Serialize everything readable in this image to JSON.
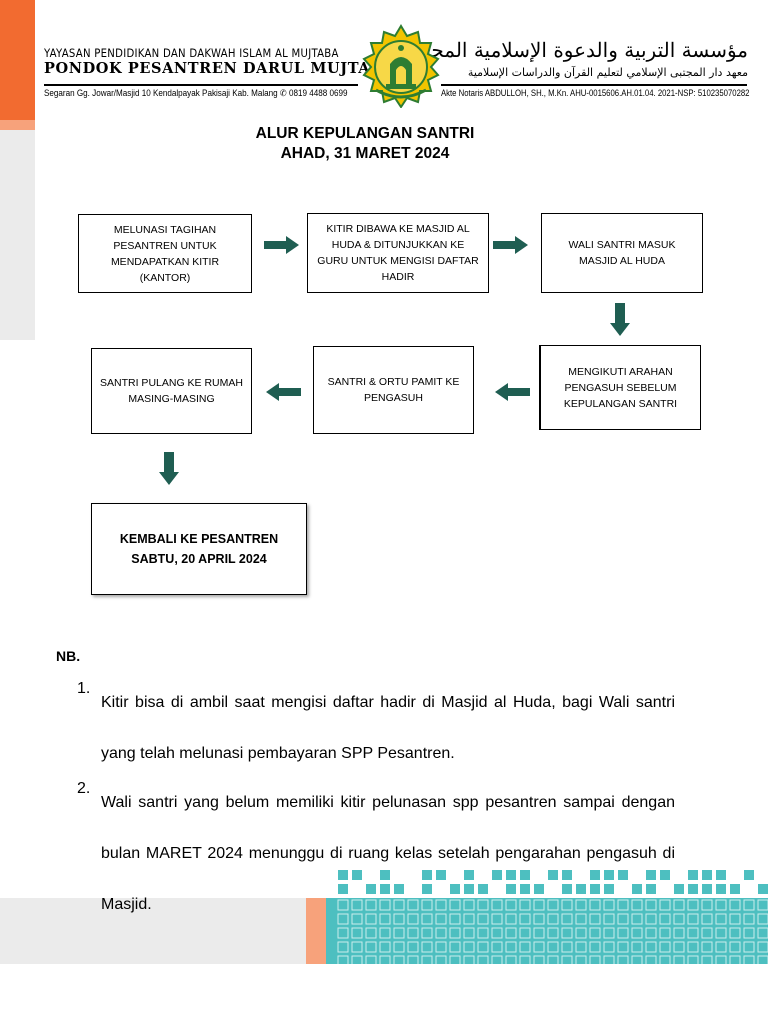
{
  "letterhead": {
    "org_line": "YAYASAN PENDIDIKAN DAN DAKWAH ISLAM AL MUJTABA",
    "name": "PONDOK PESANTREN DARUL MUJTABA",
    "address": "Segaran Gg. Jowar/Masjid 10 Kendalpayak Pakisaji Kab. Malang  ✆ 0819 4488 0699",
    "arabic_org": "مؤسسة التربية والدعوة الإسلامية المجتبى",
    "arabic_institute": "معهد دار المجتبى الإسلامي لتعليم القرآن والدراسات الإسلامية",
    "notary": "Akte Notaris ABDULLOH, SH., M.Kn. AHU-0015606.AH.01.04. 2021-NSP: 510235070282"
  },
  "title": {
    "line1": "ALUR KEPULANGAN SANTRI",
    "line2": "AHAD, 31 MARET 2024"
  },
  "flow": {
    "step1": "MELUNASI TAGIHAN PESANTREN UNTUK MENDAPATKAN KITIR (KANTOR)",
    "step2": "KITIR DIBAWA KE MASJID AL HUDA & DITUNJUKKAN KE GURU UNTUK MENGISI DAFTAR HADIR",
    "step3": "WALI SANTRI MASUK MASJID AL HUDA",
    "step4": "MENGIKUTI ARAHAN PENGASUH SEBELUM KEPULANGAN SANTRI",
    "step5": "SANTRI & ORTU PAMIT KE PENGASUH",
    "step6": "SANTRI PULANG KE RUMAH MASING-MASING",
    "final_line1": "KEMBALI KE PESANTREN",
    "final_line2": "SABTU, 20 APRIL 2024"
  },
  "notes": {
    "heading": "NB.",
    "items": [
      {
        "number": "1.",
        "text": "Kitir bisa di ambil saat mengisi daftar hadir di Masjid al Huda, bagi Wali santri yang telah melunasi pembayaran SPP Pesantren."
      },
      {
        "number": "2.",
        "text": "Wali santri yang belum memiliki kitir pelunasan spp pesantren sampai dengan bulan MARET 2024 menunggu di ruang kelas setelah pengarahan pengasuh di Masjid."
      }
    ]
  },
  "colors": {
    "arrow": "#1f5e52",
    "accent_orange": "#f26b30",
    "accent_teal": "#4dbfc0",
    "logo_green": "#2e7d32",
    "logo_gold": "#f2c400"
  }
}
